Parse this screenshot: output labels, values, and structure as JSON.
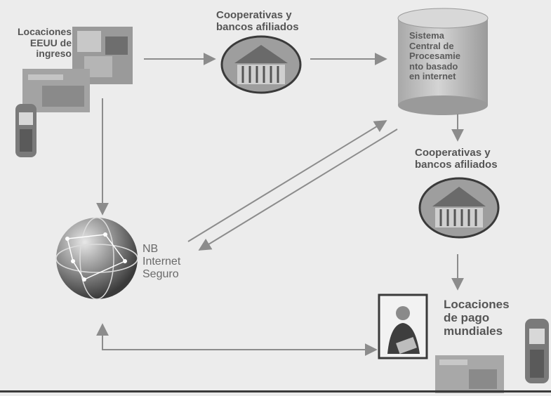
{
  "labels": {
    "origin": "Locaciones\nEEUU de\ningreso",
    "coop_top": "Cooperativas y\nbancos afiliados",
    "central": "Sistema\nCentral de\nProcesamie\nnto basado\nen internet",
    "coop_right": "Cooperativas y\nbancos afiliados",
    "network": "NB\nInternet\nSeguro",
    "payout": "Locaciones\nde pago\nmundiales"
  },
  "colors": {
    "background": "#ececec",
    "arrow": "#8c8c8c",
    "cylinder": "#bdbdbd",
    "text": "#555555"
  }
}
